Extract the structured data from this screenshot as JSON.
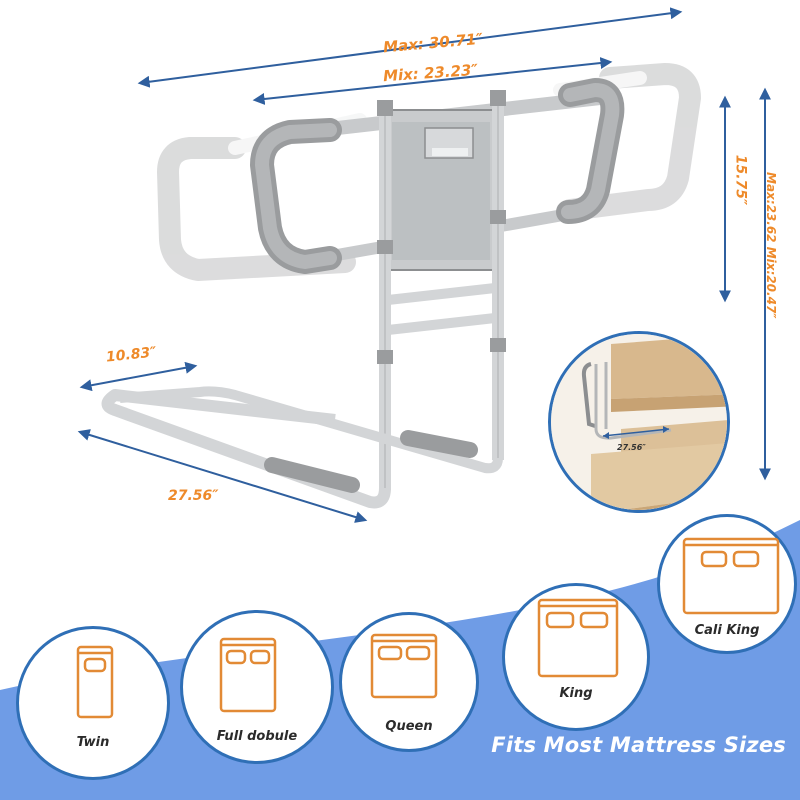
{
  "dimensions": {
    "max_width": "Max: 30.71″",
    "min_width": "Mix: 23.23″",
    "height": "15.75″",
    "total_height": "Max:23.62  Mix:20.47″",
    "base_width": "10.83″",
    "base_length": "27.56″",
    "inset_length": "27.56″"
  },
  "mattress_sizes": [
    {
      "label": "Twin"
    },
    {
      "label": "Full dobule"
    },
    {
      "label": "Queen"
    },
    {
      "label": "King"
    },
    {
      "label": "Cali King"
    }
  ],
  "tagline": "Fits Most Mattress Sizes",
  "colors": {
    "accent_orange": "#ee8a2a",
    "arrow_blue": "#2f5f9e",
    "band_blue": "#6f9ce6",
    "bubble_border": "#2f6fb6",
    "rail_gray": "#c4c6c8",
    "grip_gray": "#9a9c9e",
    "icon_orange": "#e28a35"
  }
}
